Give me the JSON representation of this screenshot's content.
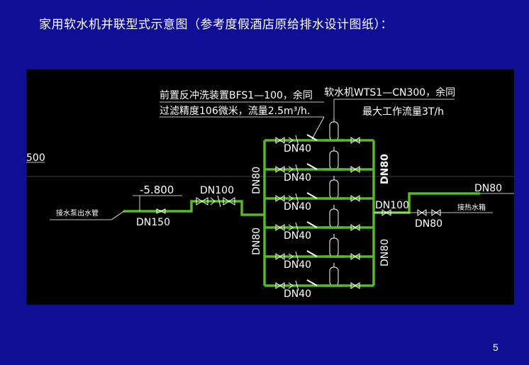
{
  "slide": {
    "title": "家用软水机并联型式示意图（参考度假酒店原给排水设计图纸）：",
    "page_number": "5"
  },
  "drawing": {
    "background": "#000000",
    "pipe_color": "#55bb1e",
    "left_edge_label": "500",
    "elevation": "-5.800",
    "inlet_label": "接水泵出水管",
    "inlet_size": "DN150",
    "main_valve_size": "DN100",
    "filter_note_line1": "前置反冲洗装置BFS1—100，余同",
    "filter_note_line2": "过滤精度106微米，流量2.5m³/h.",
    "softener_note_line1": "软水机WTS1—CN300，余同",
    "softener_note_line2": "最大工作流量3T/h",
    "inlet_header_size": "DN80",
    "branch_size": "DN40",
    "outlet_header_size": "DN80",
    "outlet_size": "DN100",
    "right_top_size": "DN80",
    "right_bottom_size": "DN80",
    "outlet_label": "接热水箱"
  }
}
